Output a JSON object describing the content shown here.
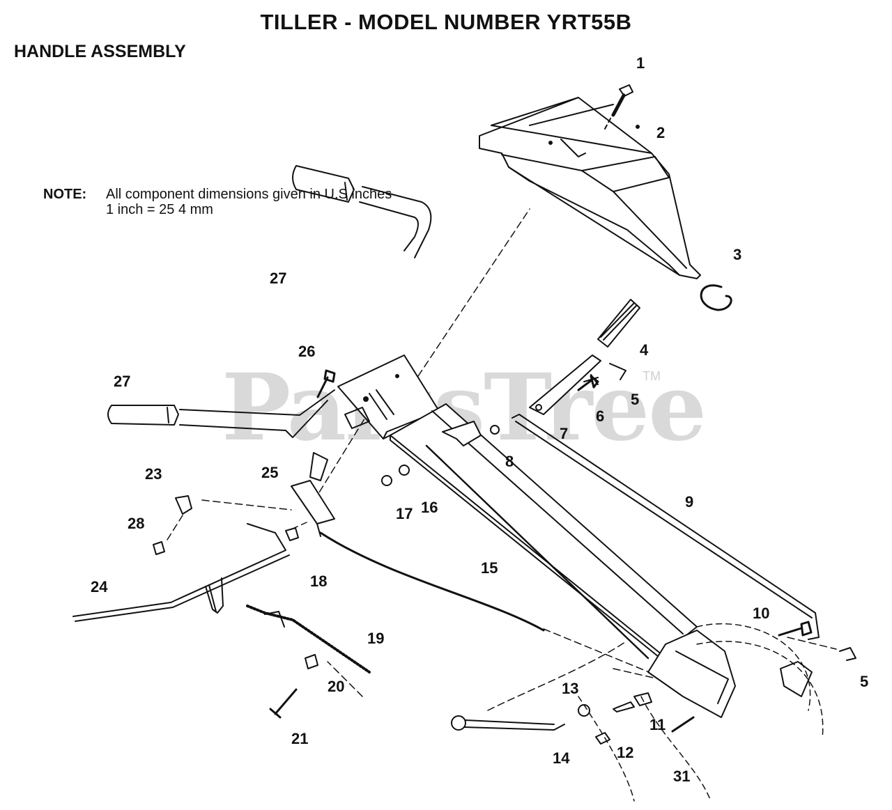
{
  "title": "TILLER - MODEL NUMBER YRT55B",
  "section": "HANDLE ASSEMBLY",
  "note": {
    "label": "NOTE:",
    "line1": "All component dimensions given in U.S inches",
    "line2": "1 inch = 25 4 mm"
  },
  "watermark": "PartsTree",
  "trademark": "TM",
  "callouts": [
    {
      "id": "c1",
      "num": "1"
    },
    {
      "id": "c2",
      "num": "2"
    },
    {
      "id": "c3",
      "num": "3"
    },
    {
      "id": "c4",
      "num": "4"
    },
    {
      "id": "c5a",
      "num": "5"
    },
    {
      "id": "c6",
      "num": "6"
    },
    {
      "id": "c7",
      "num": "7"
    },
    {
      "id": "c8",
      "num": "8"
    },
    {
      "id": "c9",
      "num": "9"
    },
    {
      "id": "c10",
      "num": "10"
    },
    {
      "id": "c5b",
      "num": "5"
    },
    {
      "id": "c11",
      "num": "11"
    },
    {
      "id": "c12",
      "num": "12"
    },
    {
      "id": "c13",
      "num": "13"
    },
    {
      "id": "c14",
      "num": "14"
    },
    {
      "id": "c15",
      "num": "15"
    },
    {
      "id": "c16",
      "num": "16"
    },
    {
      "id": "c17",
      "num": "17"
    },
    {
      "id": "c18",
      "num": "18"
    },
    {
      "id": "c19",
      "num": "19"
    },
    {
      "id": "c20",
      "num": "20"
    },
    {
      "id": "c21",
      "num": "21"
    },
    {
      "id": "c23",
      "num": "23"
    },
    {
      "id": "c24",
      "num": "24"
    },
    {
      "id": "c25",
      "num": "25"
    },
    {
      "id": "c26",
      "num": "26"
    },
    {
      "id": "c27a",
      "num": "27"
    },
    {
      "id": "c27b",
      "num": "27"
    },
    {
      "id": "c28",
      "num": "28"
    },
    {
      "id": "c31",
      "num": "31"
    }
  ]
}
